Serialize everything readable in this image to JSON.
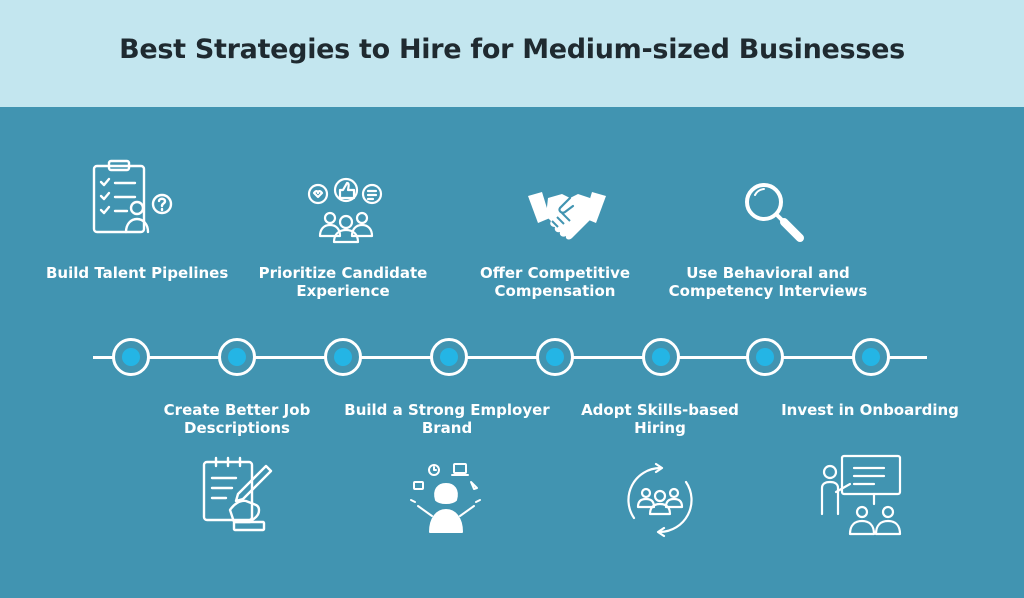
{
  "title": "Best Strategies to Hire for Medium-sized Businesses",
  "colors": {
    "header_bg": "#c3e6ef",
    "main_bg": "#4194b1",
    "node_dot": "#24b5e5",
    "text_light": "#ffffff"
  },
  "top_items": [
    {
      "line1": "Build Talent Pipelines",
      "line2": "",
      "icon": "clipboard-checklist-icon"
    },
    {
      "line1": "Prioritize Candidate",
      "line2": "Experience",
      "icon": "candidate-feedback-icon"
    },
    {
      "line1": "Offer Competitive",
      "line2": "Compensation",
      "icon": "handshake-icon"
    },
    {
      "line1": "Use Behavioral and",
      "line2": "Competency Interviews",
      "icon": "magnifier-icon"
    }
  ],
  "bottom_items": [
    {
      "line1": "Create Better Job",
      "line2": "Descriptions",
      "icon": "writing-document-icon"
    },
    {
      "line1": "Build a Strong Employer",
      "line2": "Brand",
      "icon": "juggling-person-icon"
    },
    {
      "line1": "Adopt Skills-based",
      "line2": "Hiring",
      "icon": "team-cycle-icon"
    },
    {
      "line1": "Invest in Onboarding",
      "line2": "",
      "icon": "presentation-icon"
    }
  ]
}
